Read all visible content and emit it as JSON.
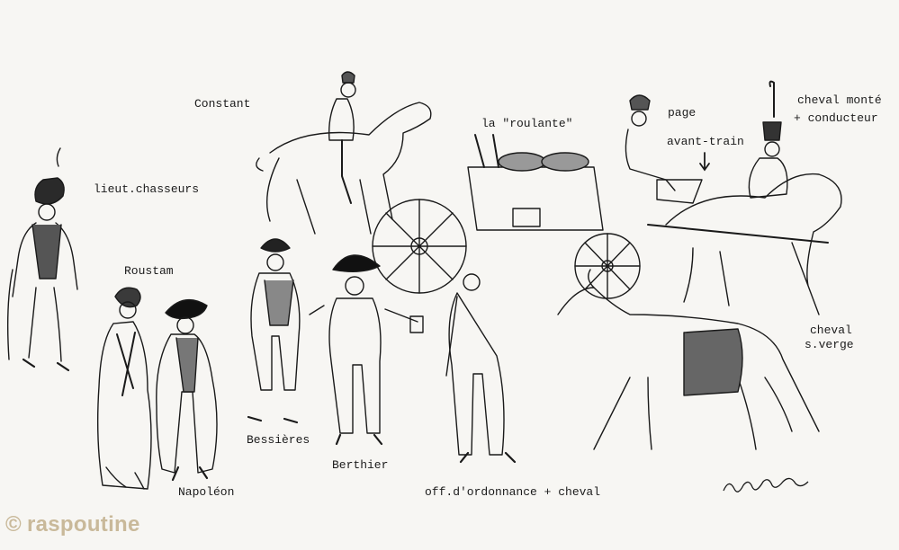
{
  "labels": {
    "constant": "Constant",
    "roulante": "la \"roulante\"",
    "page": "page",
    "avant_train": "avant-train",
    "cheval_monte_line1": "cheval monté",
    "cheval_monte_line2": "+ conducteur",
    "lieut_chasseurs": "lieut.chasseurs",
    "roustam": "Roustam",
    "bessieres": "Bessières",
    "berthier": "Berthier",
    "napoleon": "Napoléon",
    "off_ordonnance": "off.d'ordonnance + cheval",
    "cheval_sverge_line1": "cheval",
    "cheval_sverge_line2": "s.verge"
  },
  "watermark": {
    "symbol": "©",
    "text": "raspoutine",
    "color": "#c9b99a"
  },
  "colors": {
    "paper": "#f7f6f3",
    "ink": "#1a1a1a"
  }
}
